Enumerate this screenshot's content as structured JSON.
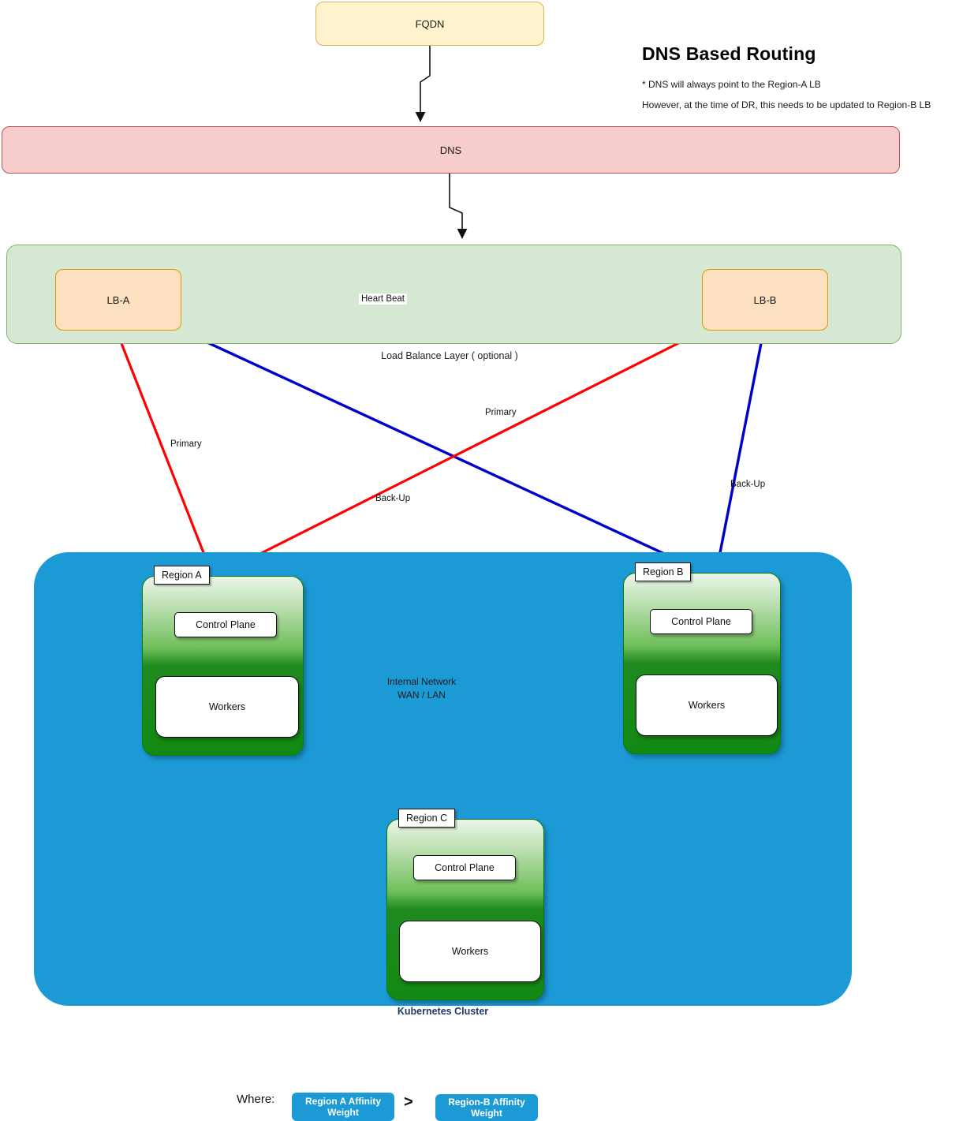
{
  "title": "DNS Based Routing",
  "notes": [
    "* DNS will always point to the Region-A  LB",
    "However, at the time of DR, this needs to be updated to Region-B LB"
  ],
  "nodes": {
    "fqdn": "FQDN",
    "dns": "DNS",
    "lb_a": "LB-A",
    "lb_b": "LB-B",
    "lb_layer_label": "Load Balance Layer ( optional )",
    "internal_network_line1": "Internal Network",
    "internal_network_line2": "WAN / LAN",
    "k8s_label": "Kubernetes Cluster"
  },
  "regions": [
    {
      "tab": "Region A",
      "control_plane": "Control Plane",
      "workers": "Workers"
    },
    {
      "tab": "Region B",
      "control_plane": "Control Plane",
      "workers": "Workers"
    },
    {
      "tab": "Region C",
      "control_plane": "Control Plane",
      "workers": "Workers"
    }
  ],
  "edges": {
    "heart_beat": "Heart  Beat",
    "primary_left": "Primary",
    "primary_right": "Primary",
    "backup_center": "Back-Up",
    "backup_right": "Back-Up"
  },
  "legend": {
    "where": "Where:",
    "badge_a": "Region A Affinity Weight",
    "operator": ">",
    "badge_b": "Region-B  Affinity Weight"
  },
  "colors": {
    "fqdn_fill": "#FFF2CC",
    "dns_fill": "#F7CCCC",
    "lb_layer_fill": "#D6E8D3",
    "lb_fill": "#FCE0C0",
    "cluster_fill": "#1C9AD6",
    "region_green": "#128A12",
    "primary_edge": "#FF0000",
    "backup_edge": "#0000CC",
    "network_circle": "#2BE02B",
    "badge_fill": "#1C9AD6",
    "k8s_label": "#1F3864"
  }
}
